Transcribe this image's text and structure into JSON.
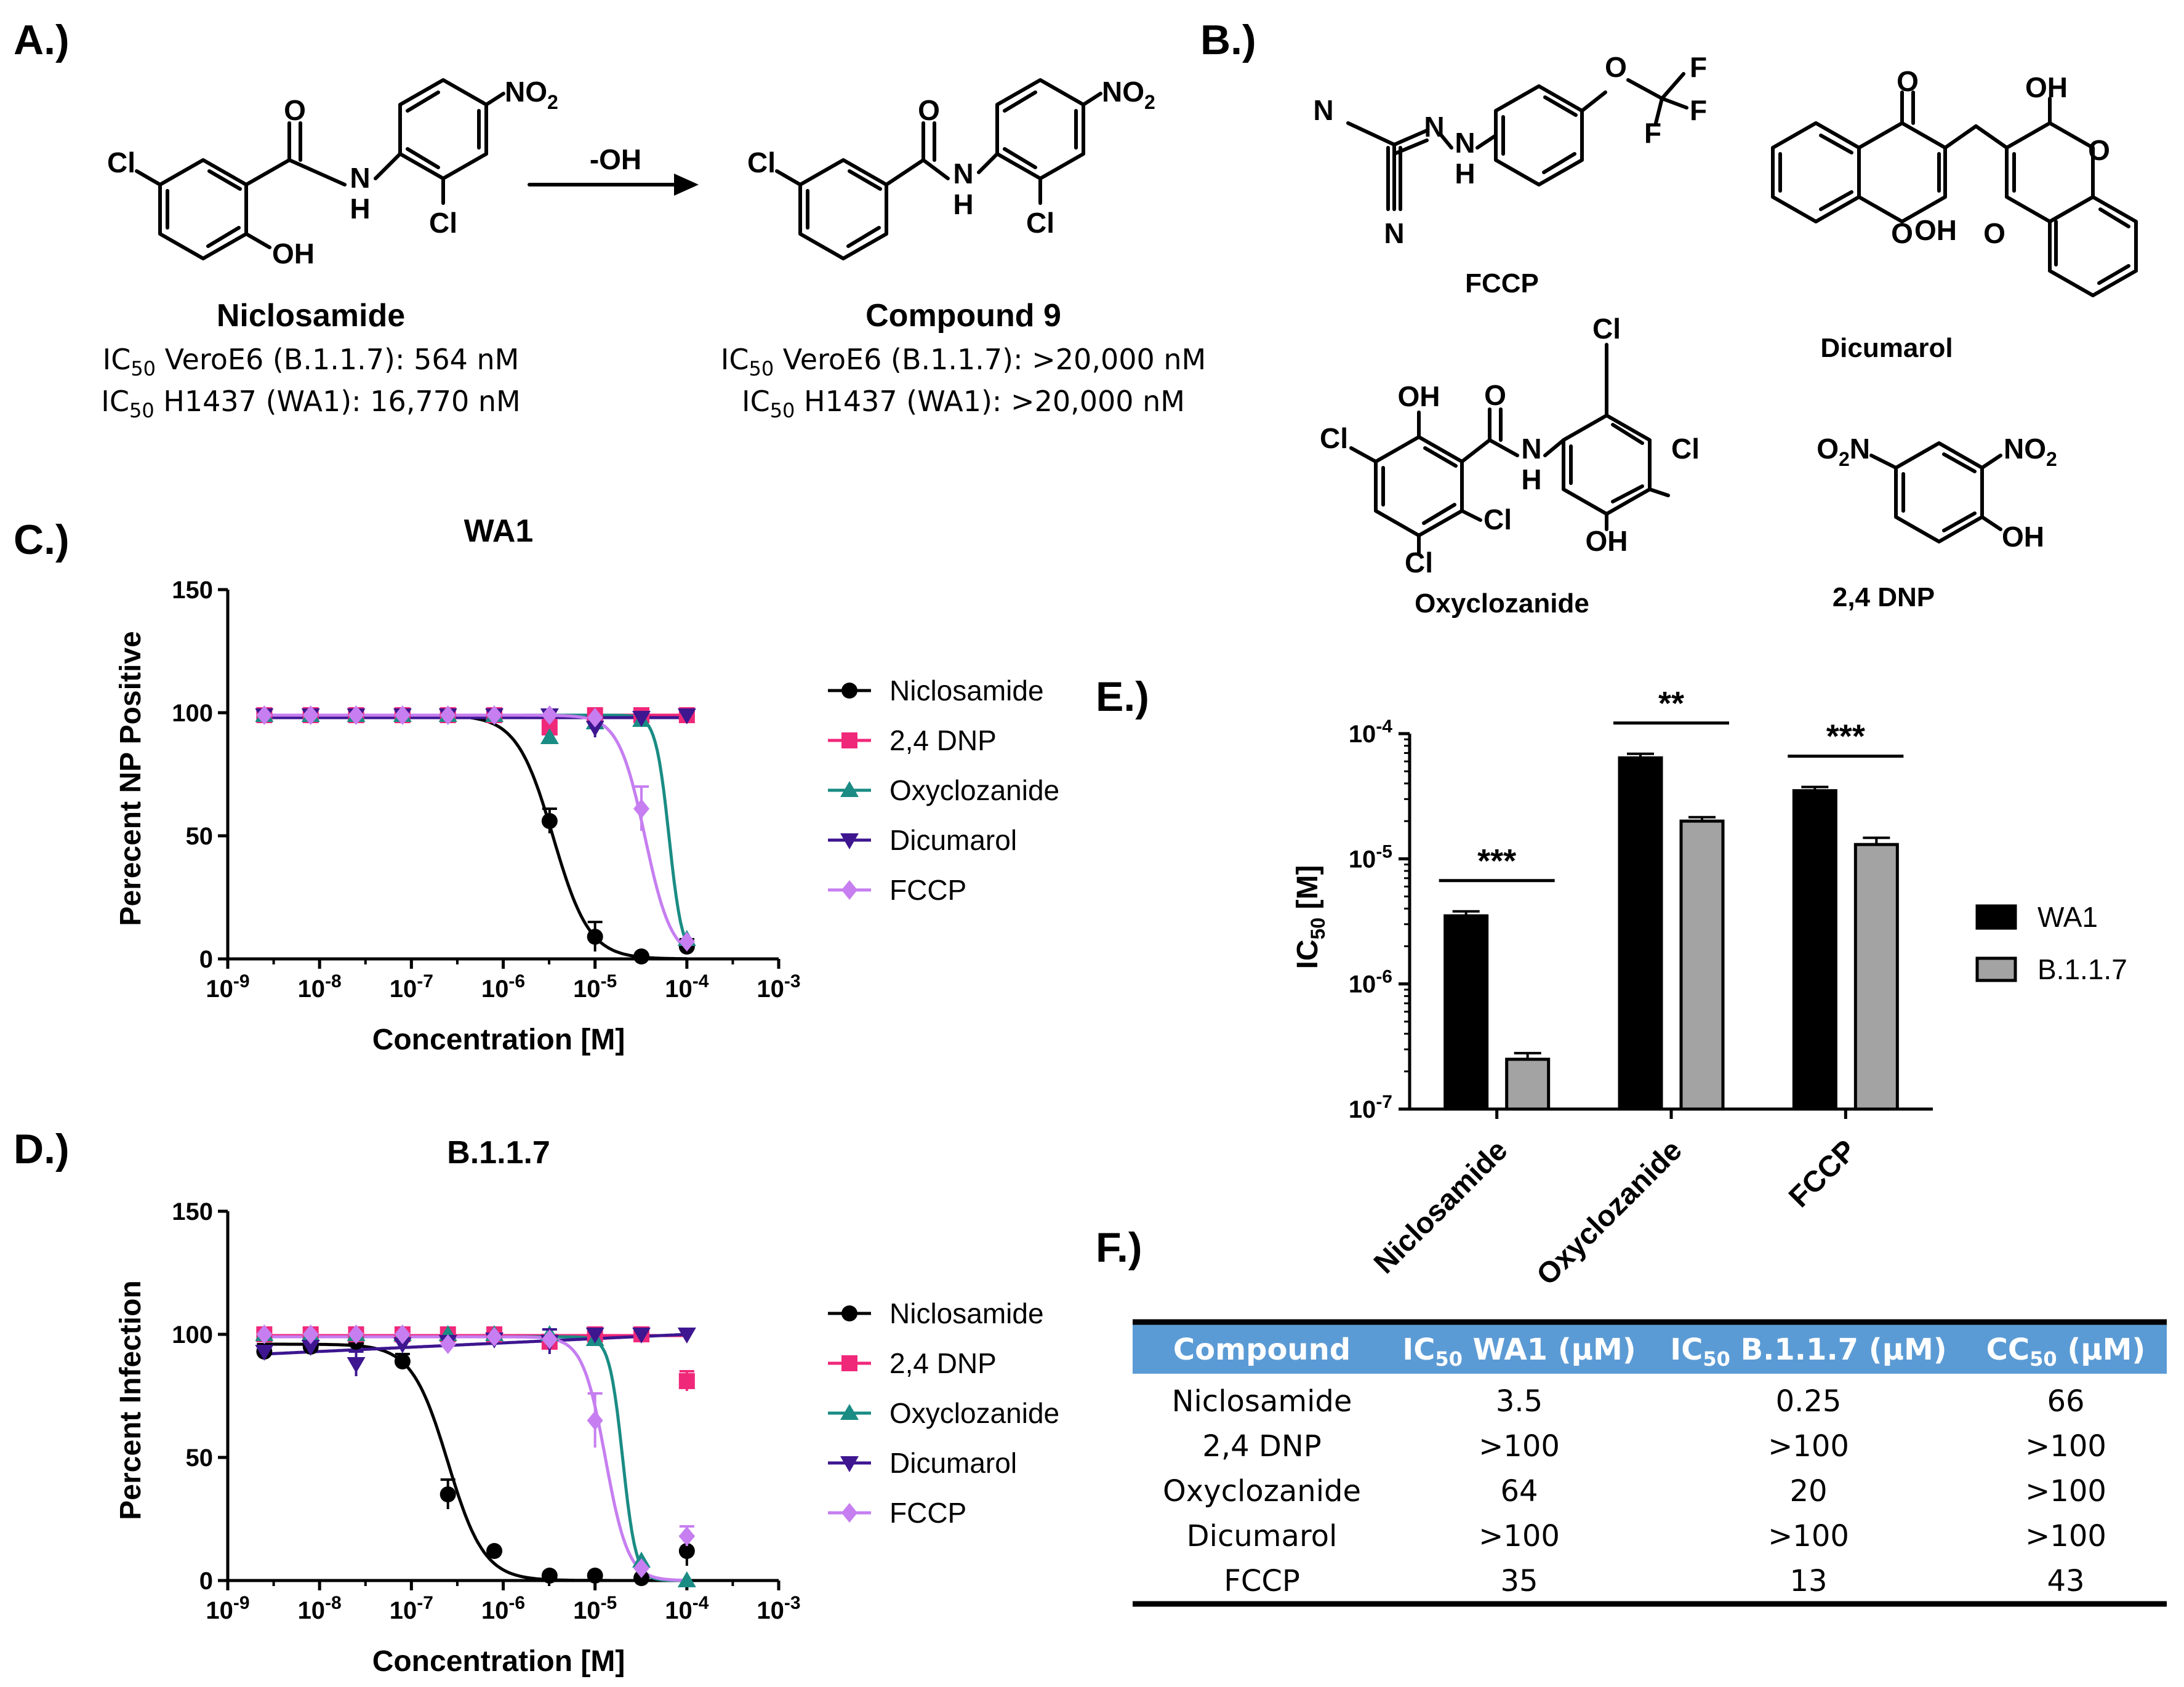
{
  "panels": {
    "a": "A.)",
    "b": "B.)",
    "c": "C.)",
    "d": "D.)",
    "e": "E.)",
    "f": "F.)"
  },
  "panel_a": {
    "arrow_label": "-OH",
    "niclosamide": {
      "name": "Niclosamide",
      "line1": {
        "pre": "IC",
        "sub": "50",
        "rest": " VeroE6 (B.1.1.7): 564 nM"
      },
      "line2": {
        "pre": "IC",
        "sub": "50",
        "rest": " H1437 (WA1): 16,770 nM"
      }
    },
    "compound9": {
      "name": "Compound  9",
      "line1": {
        "pre": "IC",
        "sub": "50",
        "rest": " VeroE6 (B.1.1.7): >20,000 nM"
      },
      "line2": {
        "pre": "IC",
        "sub": "50",
        "rest": " H1437 (WA1): >20,000 nM"
      }
    }
  },
  "panel_b": {
    "names": [
      "FCCP",
      "Dicumarol",
      "Oxyclozanide",
      "2,4 DNP"
    ]
  },
  "atoms": {
    "cl": "Cl",
    "oh": "OH",
    "o": "O",
    "h": "H",
    "n": "N",
    "f": "F",
    "no2": {
      "pre": "NO",
      "sub": "2"
    },
    "o2n": {
      "pre": "O",
      "sub": "2",
      "post": "N"
    }
  },
  "chart_data": [
    {
      "id": "C",
      "type": "line",
      "title": "WA1",
      "xlabel": "Concentration [M]",
      "ylabel": "Perecent NP Positive",
      "xscale": "log",
      "xlim": [
        1e-09,
        0.001
      ],
      "ylim": [
        0,
        150
      ],
      "yticks": [
        0,
        50,
        100,
        150
      ],
      "xtick_labels": [
        {
          "base": "10",
          "exp": "-9"
        },
        {
          "base": "10",
          "exp": "-8"
        },
        {
          "base": "10",
          "exp": "-7"
        },
        {
          "base": "10",
          "exp": "-6"
        },
        {
          "base": "10",
          "exp": "-5"
        },
        {
          "base": "10",
          "exp": "-4"
        },
        {
          "base": "10",
          "exp": "-3"
        }
      ],
      "legend_position": "right",
      "series": [
        {
          "name": "Niclosamide",
          "color": "#000000",
          "marker": "circle",
          "ec50": 3.5e-06,
          "hill": 2.2,
          "x": [
            2.5e-09,
            8e-09,
            2.5e-08,
            8e-08,
            2.5e-07,
            8e-07,
            3.2e-06,
            1e-05,
            3.2e-05,
            0.0001
          ],
          "y": [
            99,
            99,
            99,
            99,
            99,
            99,
            56,
            9,
            1,
            5
          ],
          "err": [
            0,
            0,
            0,
            0,
            0,
            0,
            5,
            6,
            0,
            3
          ]
        },
        {
          "name": "2,4 DNP",
          "color": "#f0287a",
          "marker": "square",
          "flat": 99,
          "x": [
            2.5e-09,
            8e-09,
            2.5e-08,
            8e-08,
            2.5e-07,
            8e-07,
            3.2e-06,
            1e-05,
            3.2e-05,
            0.0001
          ],
          "y": [
            99,
            99,
            99,
            99,
            99,
            99,
            94,
            99,
            99,
            99
          ],
          "err": [
            0,
            0,
            0,
            0,
            0,
            0,
            3,
            0,
            0,
            0
          ]
        },
        {
          "name": "Oxyclozanide",
          "color": "#1a8c84",
          "marker": "triangle-up",
          "ec50": 6.4e-05,
          "hill": 6,
          "x": [
            2.5e-09,
            8e-09,
            2.5e-08,
            8e-08,
            2.5e-07,
            8e-07,
            3.2e-06,
            1e-05,
            3.2e-05,
            0.0001
          ],
          "y": [
            99,
            99,
            99,
            99,
            99,
            99,
            90,
            96,
            97,
            8
          ],
          "err": [
            0,
            0,
            0,
            0,
            0,
            0,
            0,
            0,
            0,
            0
          ]
        },
        {
          "name": "Dicumarol",
          "color": "#3d1690",
          "marker": "triangle-down",
          "flat": 98,
          "x": [
            2.5e-09,
            8e-09,
            2.5e-08,
            8e-08,
            2.5e-07,
            8e-07,
            3.2e-06,
            1e-05,
            3.2e-05,
            0.0001
          ],
          "y": [
            99,
            99,
            99,
            99,
            99,
            99,
            99,
            94,
            98,
            99
          ],
          "err": [
            0,
            0,
            0,
            0,
            0,
            0,
            0,
            4,
            0,
            0
          ]
        },
        {
          "name": "FCCP",
          "color": "#c67ef0",
          "marker": "diamond",
          "ec50": 3.5e-05,
          "hill": 3,
          "x": [
            2.5e-09,
            8e-09,
            2.5e-08,
            8e-08,
            2.5e-07,
            8e-07,
            3.2e-06,
            1e-05,
            3.2e-05,
            0.0001
          ],
          "y": [
            99,
            99,
            99,
            99,
            99,
            99,
            99,
            98,
            61,
            7
          ],
          "err": [
            0,
            0,
            0,
            0,
            0,
            0,
            0,
            0,
            9,
            0
          ]
        }
      ]
    },
    {
      "id": "D",
      "type": "line",
      "title": "B.1.1.7",
      "xlabel": "Concentration [M]",
      "ylabel": "Percent Infection",
      "xscale": "log",
      "xlim": [
        1e-09,
        0.001
      ],
      "ylim": [
        0,
        150
      ],
      "yticks": [
        0,
        50,
        100,
        150
      ],
      "xtick_labels": [
        {
          "base": "10",
          "exp": "-9"
        },
        {
          "base": "10",
          "exp": "-8"
        },
        {
          "base": "10",
          "exp": "-7"
        },
        {
          "base": "10",
          "exp": "-6"
        },
        {
          "base": "10",
          "exp": "-5"
        },
        {
          "base": "10",
          "exp": "-4"
        },
        {
          "base": "10",
          "exp": "-3"
        }
      ],
      "legend_position": "right",
      "series": [
        {
          "name": "Niclosamide",
          "color": "#000000",
          "marker": "circle",
          "ec50": 2.5e-07,
          "hill": 2.2,
          "top": 96,
          "x": [
            2.5e-09,
            8e-09,
            2.5e-08,
            8e-08,
            2.5e-07,
            8e-07,
            3.2e-06,
            1e-05,
            3.2e-05,
            0.0001
          ],
          "y": [
            93,
            95,
            97,
            89,
            35,
            12,
            2,
            2,
            1,
            12
          ],
          "err": [
            3,
            3,
            3,
            3,
            6,
            0,
            0,
            0,
            0,
            6
          ]
        },
        {
          "name": "2,4 DNP",
          "color": "#f0287a",
          "marker": "square",
          "flat": 99.5,
          "x": [
            2.5e-09,
            8e-09,
            2.5e-08,
            8e-08,
            2.5e-07,
            8e-07,
            3.2e-06,
            1e-05,
            3.2e-05,
            0.0001
          ],
          "y": [
            100,
            100,
            100,
            100,
            100,
            100,
            97,
            100,
            100,
            81
          ],
          "err": [
            0,
            0,
            0,
            0,
            0,
            0,
            0,
            0,
            0,
            4
          ]
        },
        {
          "name": "Oxyclozanide",
          "color": "#1a8c84",
          "marker": "triangle-up",
          "ec50": 2e-05,
          "hill": 6,
          "x": [
            2.5e-09,
            8e-09,
            2.5e-08,
            8e-08,
            2.5e-07,
            8e-07,
            3.2e-06,
            1e-05,
            3.2e-05,
            0.0001
          ],
          "y": [
            100,
            100,
            100,
            100,
            100,
            100,
            100,
            98,
            8,
            0
          ],
          "err": [
            0,
            0,
            0,
            0,
            0,
            0,
            0,
            0,
            0,
            0
          ]
        },
        {
          "name": "Dicumarol",
          "color": "#3d1690",
          "marker": "triangle-down",
          "flat": null,
          "rise": true,
          "x": [
            2.5e-09,
            8e-09,
            2.5e-08,
            8e-08,
            2.5e-07,
            8e-07,
            3.2e-06,
            1e-05,
            3.2e-05,
            0.0001
          ],
          "y": [
            93,
            95,
            88,
            96,
            97,
            98,
            97,
            100,
            100,
            100
          ],
          "err": [
            0,
            0,
            5,
            0,
            0,
            0,
            5,
            0,
            0,
            0
          ]
        },
        {
          "name": "FCCP",
          "color": "#c67ef0",
          "marker": "diamond",
          "ec50": 1.3e-05,
          "hill": 3.5,
          "x": [
            2.5e-09,
            8e-09,
            2.5e-08,
            8e-08,
            2.5e-07,
            8e-07,
            3.2e-06,
            1e-05,
            3.2e-05,
            0.0001
          ],
          "y": [
            100,
            100,
            100,
            100,
            96,
            99,
            98,
            65,
            5,
            18
          ],
          "err": [
            0,
            0,
            0,
            0,
            0,
            0,
            0,
            11,
            0,
            4
          ]
        }
      ]
    },
    {
      "id": "E",
      "type": "bar",
      "ylabel": {
        "pre": "IC",
        "sub": "50",
        "post": " [M]"
      },
      "yscale": "log",
      "ylim": [
        1e-07,
        0.0001
      ],
      "ytick_labels": [
        {
          "base": "10",
          "exp": "-7"
        },
        {
          "base": "10",
          "exp": "-6"
        },
        {
          "base": "10",
          "exp": "-5"
        },
        {
          "base": "10",
          "exp": "-4"
        }
      ],
      "categories": [
        "Niclosamide",
        "Oxyclozanide",
        "FCCP"
      ],
      "legend_position": "right",
      "series": [
        {
          "name": "WA1",
          "color": "#000000",
          "values": [
            3.5e-06,
            6.4e-05,
            3.5e-05
          ],
          "err": [
            3e-07,
            5e-06,
            2.5e-06
          ]
        },
        {
          "name": "B.1.1.7",
          "color": "#a3a3a3",
          "values": [
            2.5e-07,
            2e-05,
            1.3e-05
          ],
          "err": [
            3e-08,
            1.5e-06,
            1.7e-06
          ]
        }
      ],
      "significance": [
        "***",
        "**",
        "***"
      ]
    }
  ],
  "table": {
    "header_color": "#5b9bd5",
    "headers": [
      {
        "pre": "Compound",
        "sub": "",
        "post": ""
      },
      {
        "pre": "IC",
        "sub": "50",
        "post": " WA1 (µM)"
      },
      {
        "pre": "IC",
        "sub": "50",
        "post": " B.1.1.7 (µM)"
      },
      {
        "pre": "CC",
        "sub": "50",
        "post": " (µM)"
      }
    ],
    "rows": [
      [
        "Niclosamide",
        "3.5",
        "0.25",
        "66"
      ],
      [
        "2,4 DNP",
        ">100",
        ">100",
        ">100"
      ],
      [
        "Oxyclozanide",
        "64",
        "20",
        ">100"
      ],
      [
        "Dicumarol",
        ">100",
        ">100",
        ">100"
      ],
      [
        "FCCP",
        "35",
        "13",
        "43"
      ]
    ]
  }
}
